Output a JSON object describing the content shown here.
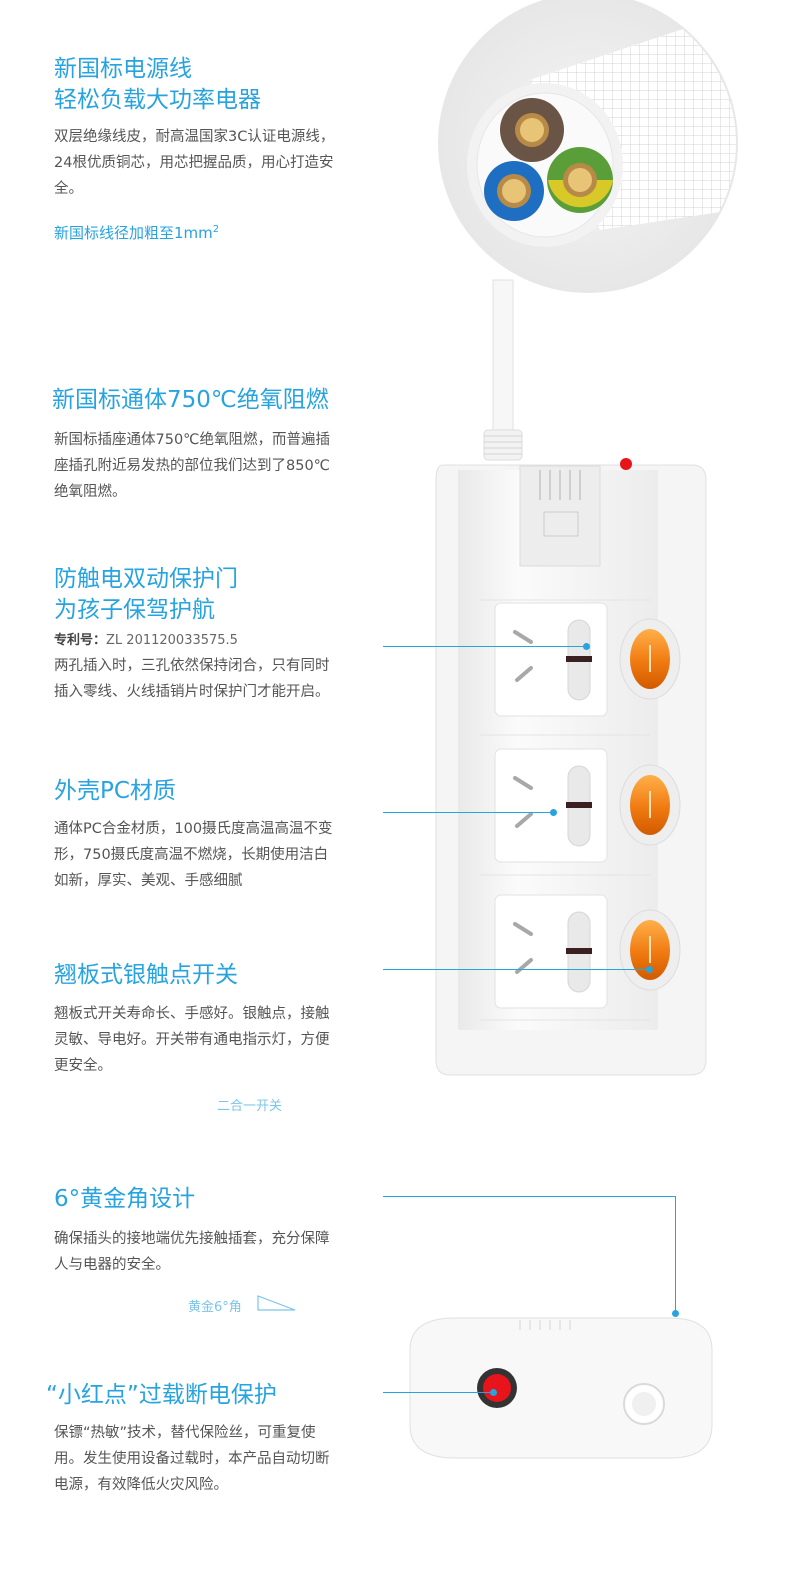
{
  "cable_section": {
    "title_line1": "新国标电源线",
    "title_line2": "轻松负载大功率电器",
    "description": "双层绝缘线皮，耐高温国家3C认证电源线，24根优质铜芯，用芯把握品质，用心打造安全。",
    "highlight": "新国标线径加粗至1mm",
    "highlight_sup": "2"
  },
  "flame_section": {
    "title": "新国标通体750℃绝氧阻燃",
    "description": "新国标插座通体750℃绝氧阻燃，而普遍插座插孔附近易发热的部位我们达到了850℃绝氧阻燃。"
  },
  "shutter_section": {
    "title_line1": "防触电双动保护门",
    "title_line2": "为孩子保驾护航",
    "patent_label": "专利号：",
    "patent_number": "ZL 201120033575.5",
    "description": "两孔插入时，三孔依然保持闭合，只有同时插入零线、火线插销片时保护门才能开启。"
  },
  "material_section": {
    "title": "外壳PC材质",
    "description": "通体PC合金材质，100摄氏度高温高温不变形，750摄氏度高温不燃烧，长期使用洁白如新，厚实、美观、手感细腻"
  },
  "switch_section": {
    "title": "翘板式银触点开关",
    "description": "翘板式开关寿命长、手感好。银触点，接触灵敏、导电好。开关带有通电指示灯，方便更安全。",
    "caption": "二合一开关"
  },
  "angle_section": {
    "title": "6°黄金角设计",
    "description": "确保插头的接地端优先接触插套，充分保障人与电器的安全。",
    "caption": "黄金6°角"
  },
  "overload_section": {
    "title": "“小红点”过载断电保护",
    "description": "保镖“热敏”技术，替代保险丝，可重复使用。发生使用设备过载时，本产品自动切断电源，有效降低火灾风险。"
  },
  "colors": {
    "accent": "#27a3e0",
    "switch_orange": "#f07a10",
    "breaker_red": "#e8141c"
  }
}
